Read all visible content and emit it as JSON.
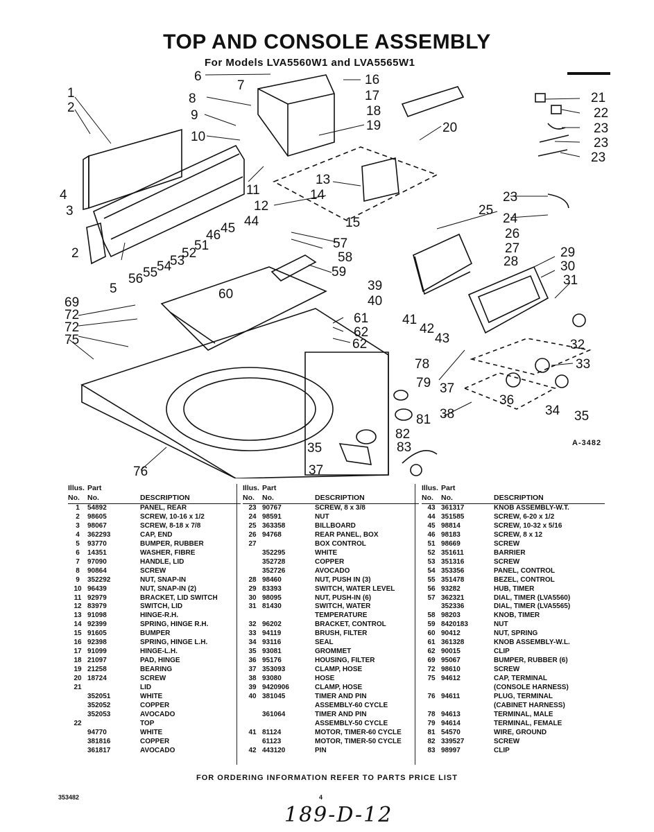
{
  "page": {
    "title": "TOP AND CONSOLE ASSEMBLY",
    "subtitle": "For Models LVA5560W1 and LVA5565W1",
    "diagram_code": "A-3482",
    "footer": "FOR ORDERING INFORMATION REFER TO PARTS PRICE LIST",
    "doc_number": "353482",
    "page_number": "4",
    "handwritten": "189-D-12"
  },
  "diagram": {
    "callouts": [
      "1",
      "2",
      "2",
      "3",
      "4",
      "5",
      "6",
      "7",
      "8",
      "9",
      "10",
      "11",
      "12",
      "13",
      "14",
      "15",
      "16",
      "17",
      "18",
      "19",
      "20",
      "21",
      "22",
      "23",
      "23",
      "23",
      "23",
      "24",
      "25",
      "26",
      "27",
      "28",
      "29",
      "30",
      "31",
      "32",
      "33",
      "34",
      "35",
      "36",
      "37",
      "38",
      "39",
      "40",
      "41",
      "42",
      "43",
      "44",
      "45",
      "46",
      "51",
      "52",
      "53",
      "54",
      "55",
      "56",
      "57",
      "58",
      "59",
      "60",
      "61",
      "62",
      "62",
      "69",
      "72",
      "72",
      "75",
      "76",
      "78",
      "79",
      "81",
      "82",
      "83"
    ]
  },
  "table": {
    "header_top": [
      "Illus.",
      "Part",
      ""
    ],
    "header_bottom": [
      "No.",
      "No.",
      "DESCRIPTION"
    ],
    "columns": [
      [
        [
          "1",
          "54892",
          "PANEL, REAR"
        ],
        [
          "2",
          "98605",
          "SCREW, 10-16 x 1/2"
        ],
        [
          "3",
          "98067",
          "SCREW, 8-18 x 7/8"
        ],
        [
          "4",
          "362293",
          "CAP, END"
        ],
        [
          "5",
          "93770",
          "BUMPER, RUBBER"
        ],
        [
          "6",
          "14351",
          "WASHER, FIBRE"
        ],
        [
          "7",
          "97090",
          "HANDLE, LID"
        ],
        [
          "8",
          "90864",
          "SCREW"
        ],
        [
          "9",
          "352292",
          "NUT, SNAP-IN"
        ],
        [
          "10",
          "96439",
          "NUT, SNAP-IN (2)"
        ],
        [
          "11",
          "92979",
          "BRACKET, LID SWITCH"
        ],
        [
          "12",
          "83979",
          "SWITCH, LID"
        ],
        [
          "13",
          "91098",
          "HINGE-R.H."
        ],
        [
          "14",
          "92399",
          "SPRING, HINGE R.H."
        ],
        [
          "15",
          "91605",
          "BUMPER"
        ],
        [
          "16",
          "92398",
          "SPRING, HINGE L.H."
        ],
        [
          "17",
          "91099",
          "HINGE-L.H."
        ],
        [
          "18",
          "21097",
          "PAD, HINGE"
        ],
        [
          "19",
          "21258",
          "BEARING"
        ],
        [
          "20",
          "18724",
          "SCREW"
        ],
        [
          "21",
          "",
          "LID"
        ],
        [
          "",
          "352051",
          "WHITE"
        ],
        [
          "",
          "352052",
          "COPPER"
        ],
        [
          "",
          "352053",
          "AVOCADO"
        ],
        [
          "22",
          "",
          "TOP"
        ],
        [
          "",
          "94770",
          "WHITE"
        ],
        [
          "",
          "381816",
          "COPPER"
        ],
        [
          "",
          "361817",
          "AVOCADO"
        ]
      ],
      [
        [
          "23",
          "90767",
          "SCREW, 8 x 3/8"
        ],
        [
          "24",
          "98591",
          "NUT"
        ],
        [
          "25",
          "363358",
          "BILLBOARD"
        ],
        [
          "26",
          "94768",
          "REAR PANEL, BOX"
        ],
        [
          "27",
          "",
          "BOX CONTROL"
        ],
        [
          "",
          "352295",
          "WHITE"
        ],
        [
          "",
          "352728",
          "COPPER"
        ],
        [
          "",
          "352726",
          "AVOCADO"
        ],
        [
          "28",
          "98460",
          "NUT, PUSH IN (3)"
        ],
        [
          "29",
          "83393",
          "SWITCH, WATER LEVEL"
        ],
        [
          "30",
          "98095",
          "NUT, PUSH-IN (6)"
        ],
        [
          "31",
          "81430",
          "SWITCH, WATER"
        ],
        [
          "",
          "",
          "TEMPERATURE"
        ],
        [
          "32",
          "96202",
          "BRACKET, CONTROL"
        ],
        [
          "33",
          "94119",
          "BRUSH, FILTER"
        ],
        [
          "34",
          "93116",
          "SEAL"
        ],
        [
          "35",
          "93081",
          "GROMMET"
        ],
        [
          "36",
          "95176",
          "HOUSING, FILTER"
        ],
        [
          "37",
          "353093",
          "CLAMP, HOSE"
        ],
        [
          "38",
          "93080",
          "HOSE"
        ],
        [
          "39",
          "9420906",
          "CLAMP, HOSE"
        ],
        [
          "40",
          "381045",
          "TIMER AND PIN"
        ],
        [
          "",
          "",
          "ASSEMBLY-60 CYCLE"
        ],
        [
          "",
          "361064",
          "TIMER AND PIN"
        ],
        [
          "",
          "",
          "ASSEMBLY-50 CYCLE"
        ],
        [
          "41",
          "81124",
          "MOTOR, TIMER-60 CYCLE"
        ],
        [
          "",
          "61123",
          "MOTOR, TIMER-50 CYCLE"
        ],
        [
          "42",
          "443120",
          "PIN"
        ]
      ],
      [
        [
          "43",
          "361317",
          "KNOB ASSEMBLY-W.T."
        ],
        [
          "44",
          "351585",
          "SCREW, 6-20 x 1/2"
        ],
        [
          "45",
          "98814",
          "SCREW, 10-32 x 5/16"
        ],
        [
          "46",
          "98183",
          "SCREW, 8 x 12"
        ],
        [
          "51",
          "98669",
          "SCREW"
        ],
        [
          "52",
          "351611",
          "BARRIER"
        ],
        [
          "53",
          "351316",
          "SCREW"
        ],
        [
          "54",
          "353356",
          "PANEL, CONTROL"
        ],
        [
          "55",
          "351478",
          "BEZEL, CONTROL"
        ],
        [
          "56",
          "93282",
          "HUB, TIMER"
        ],
        [
          "57",
          "362321",
          "DIAL, TIMER (LVA5560)"
        ],
        [
          "",
          "352336",
          "DIAL, TIMER (LVA5565)"
        ],
        [
          "58",
          "98203",
          "KNOB, TIMER"
        ],
        [
          "59",
          "8420183",
          "NUT"
        ],
        [
          "60",
          "90412",
          "NUT, SPRING"
        ],
        [
          "61",
          "361328",
          "KNOB ASSEMBLY-W.L."
        ],
        [
          "62",
          "90015",
          "CLIP"
        ],
        [
          "69",
          "95067",
          "BUMPER, RUBBER (6)"
        ],
        [
          "72",
          "98610",
          "SCREW"
        ],
        [
          "75",
          "94612",
          "CAP, TERMINAL"
        ],
        [
          "",
          "",
          "(CONSOLE HARNESS)"
        ],
        [
          "76",
          "94611",
          "PLUG, TERMINAL"
        ],
        [
          "",
          "",
          "(CABINET HARNESS)"
        ],
        [
          "78",
          "94613",
          "TERMINAL, MALE"
        ],
        [
          "79",
          "94614",
          "TERMINAL, FEMALE"
        ],
        [
          "81",
          "54570",
          "WIRE, GROUND"
        ],
        [
          "82",
          "339527",
          "SCREW"
        ],
        [
          "83",
          "98997",
          "CLIP"
        ]
      ]
    ]
  }
}
